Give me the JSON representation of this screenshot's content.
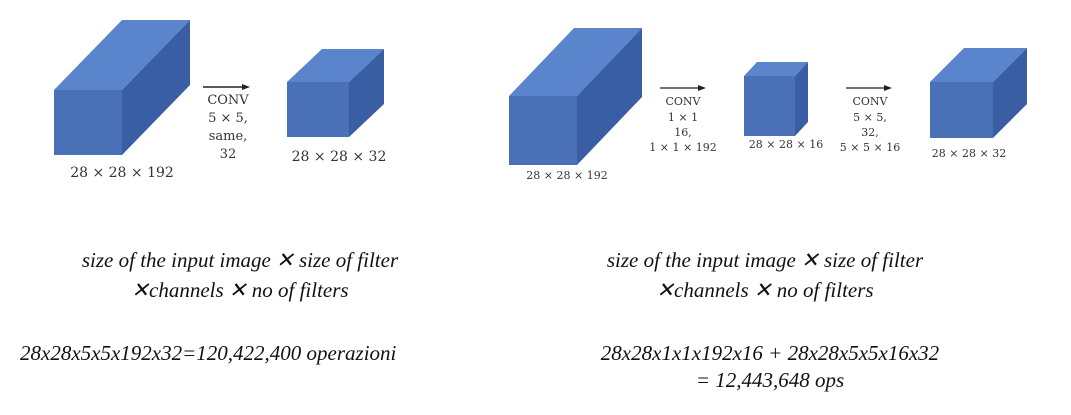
{
  "colors": {
    "cube_front": "#4a70b8",
    "cube_top": "#5a84cc",
    "cube_side": "#3a5ea4",
    "arrow": "#222222"
  },
  "left": {
    "input_label": "28 × 28 × 192",
    "conv_lines": [
      "CONV",
      "5 × 5,",
      "same,",
      "32"
    ],
    "output_label": "28 × 28 × 32",
    "formula_line1": "size of the input image ✕ size of filter",
    "formula_line2": "✕channels ✕ no of filters",
    "ops_line1": "28x28x5x5x192x32=120,422,400 operazioni"
  },
  "right": {
    "input_label": "28 × 28 × 192",
    "conv1_lines": [
      "CONV",
      "1 × 1",
      "16,",
      "1 × 1 × 192"
    ],
    "middle_label": "28 × 28 × 16",
    "conv2_lines": [
      "CONV",
      "5 × 5,",
      "32,",
      "5 × 5 × 16"
    ],
    "output_label": "28 × 28 × 32",
    "formula_line1": "size of the input image ✕ size of filter",
    "formula_line2": "✕channels ✕ no of filters",
    "ops_line1": "28x28x1x1x192x16 + 28x28x5x5x16x32",
    "ops_line2": "= 12,443,648 ops"
  }
}
